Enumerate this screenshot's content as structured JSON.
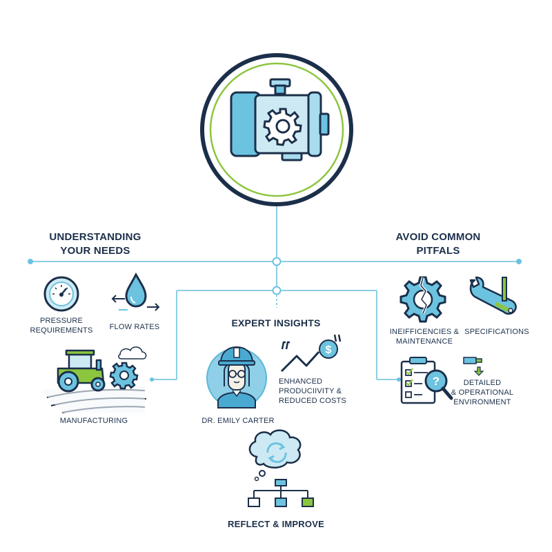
{
  "sections": {
    "left": {
      "title_line1": "UNDERSTANDING",
      "title_line2": "YOUR NEEDS",
      "items": [
        {
          "label_line1": "PRESSURE",
          "label_line2": "REQUIREMENTS",
          "icon": "pressure-gauge-icon"
        },
        {
          "label_line1": "FLOW RATES",
          "icon": "water-drop-flow-icon"
        },
        {
          "label_line1": "MANUFACTURING",
          "icon": "tractor-gear-icon"
        }
      ]
    },
    "center": {
      "title": "EXPERT INSIGHTS",
      "expert_name": "DR. EMILY CARTER",
      "insight_line1": "ENHANCED",
      "insight_line2": "PRODUCIIVITY &",
      "insight_line3": "REDUCED COSTS",
      "reflect_label": "REFLECT & IMPROVE",
      "hub_icon": "pump-gear-icon"
    },
    "right": {
      "title_line1": "AVOID COMMON",
      "title_line2": "PITFALS",
      "items": [
        {
          "label_line1": "INEIFFICENCIES &",
          "label_line2": "MAINTENANCE",
          "icon": "broken-gear-icon"
        },
        {
          "label_line1": "SPECIFICATIONS",
          "icon": "wrench-icon"
        },
        {
          "label_line1": "DETAILED",
          "label_line2": "& OPERATIONAL",
          "label_line3": "ENVIRONMENT",
          "icon": "checklist-magnifier-icon"
        }
      ]
    }
  },
  "colors": {
    "navy": "#1b2f4a",
    "light_blue": "#6cc3e0",
    "pale_blue": "#cdeaf4",
    "green": "#8cc63f",
    "line_blue": "#8ccfe6"
  }
}
